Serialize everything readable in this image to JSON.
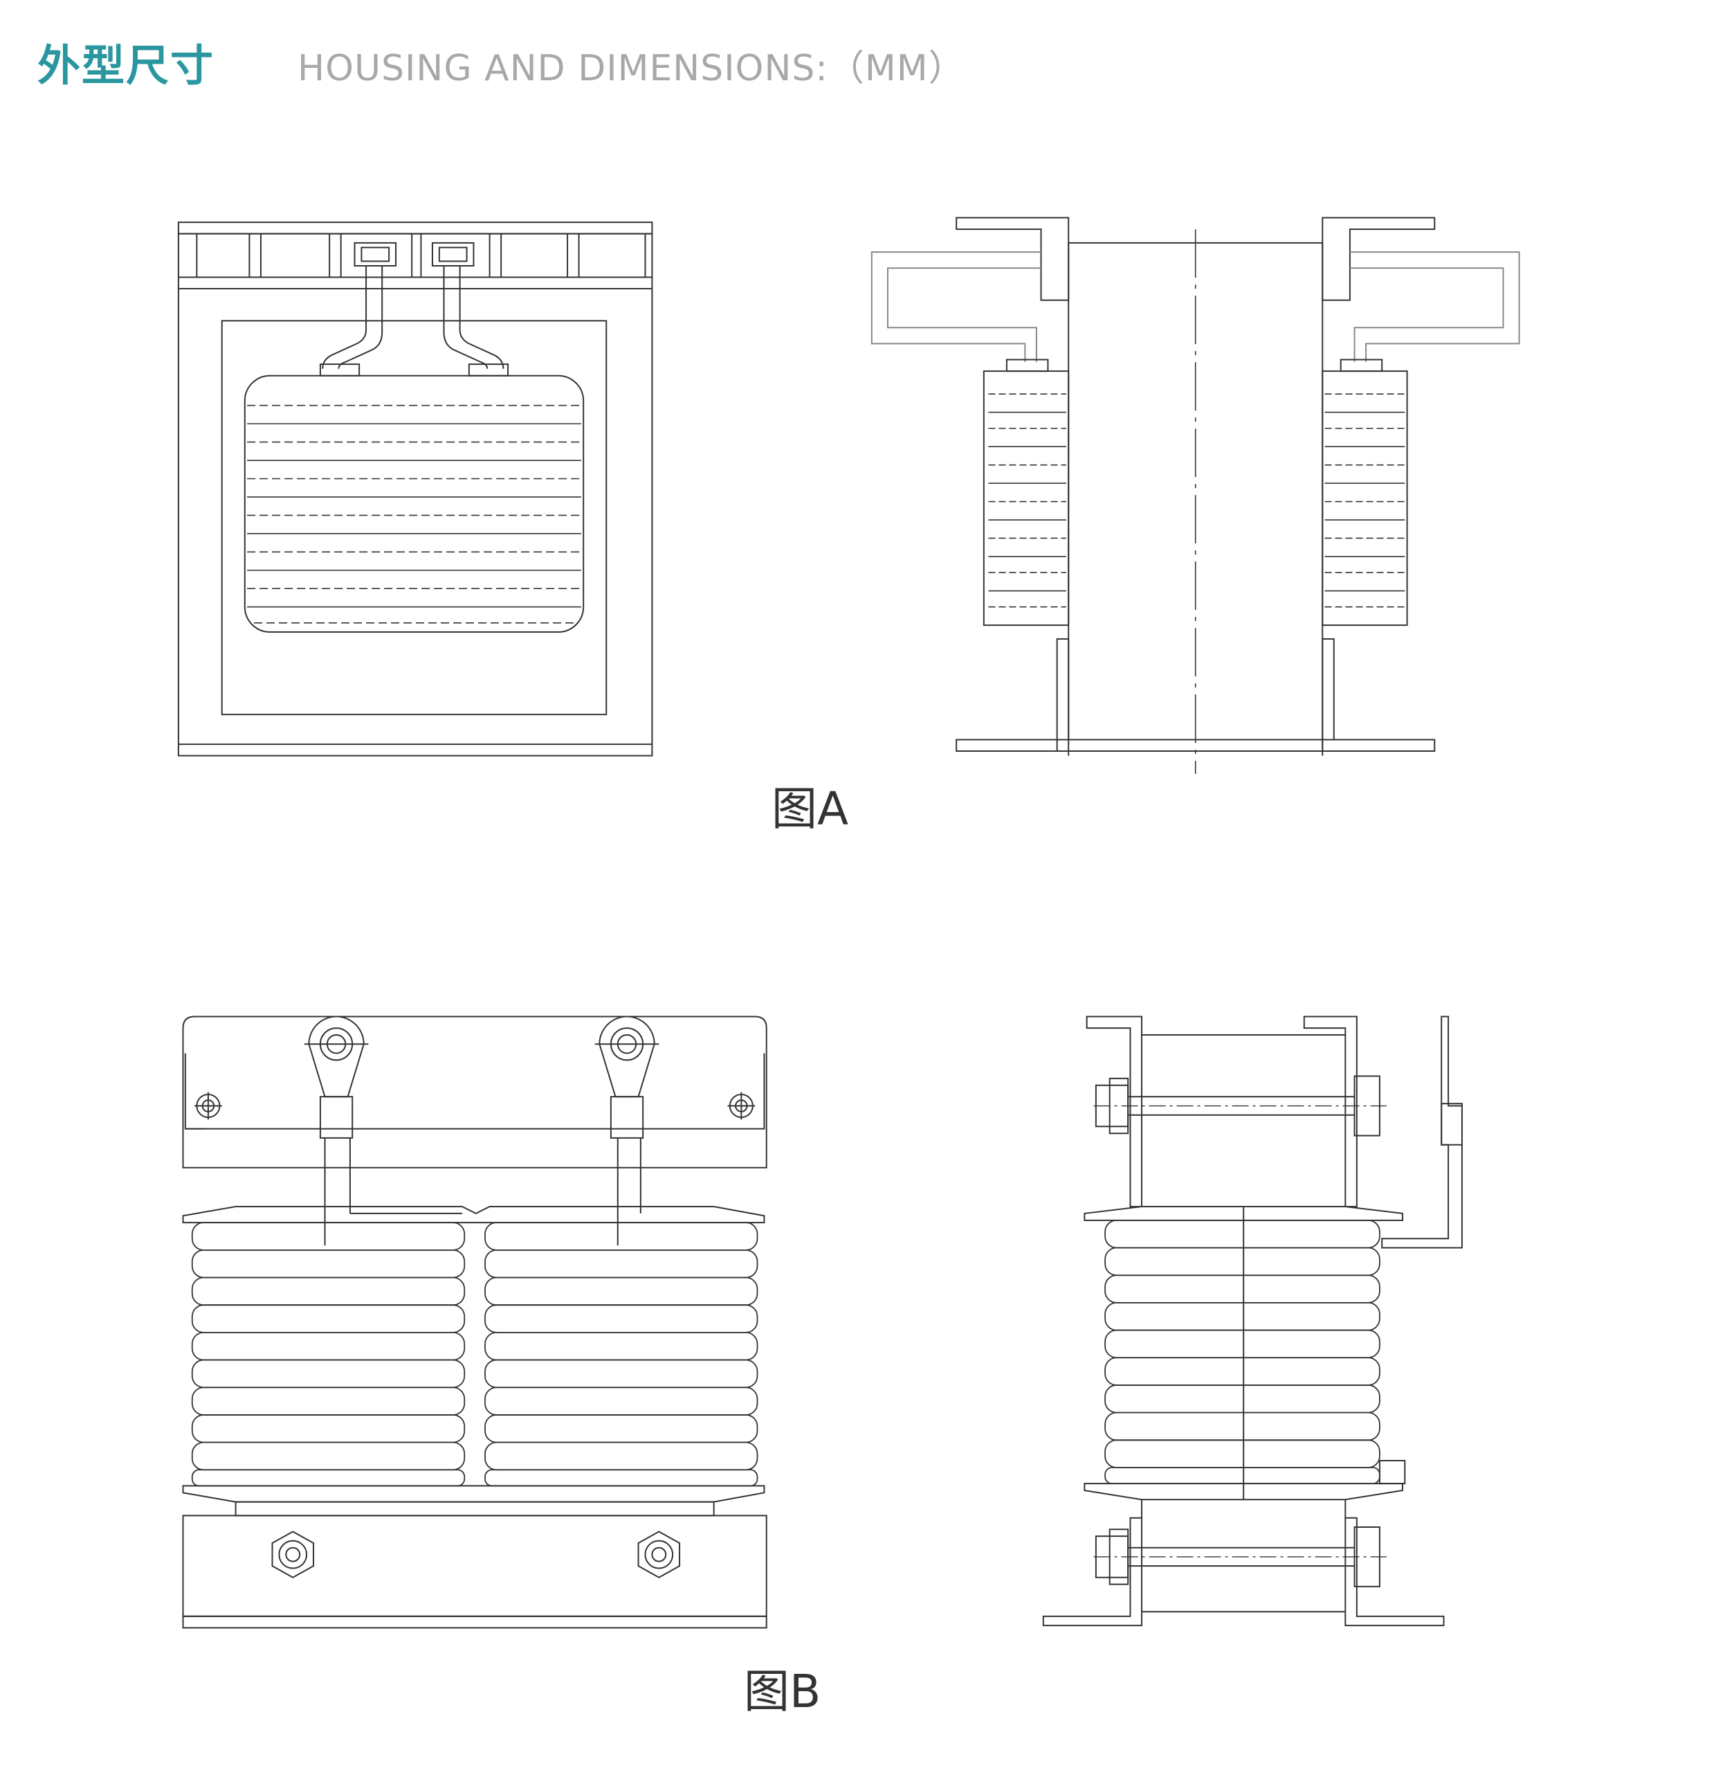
{
  "header": {
    "title_cn": "外型尺寸",
    "title_en": "HOUSING AND DIMENSIONS:（MM）",
    "title_color": "#2a97a0",
    "subtitle_color": "#a8a8a8"
  },
  "figures": [
    {
      "id": "A",
      "label": "图A"
    },
    {
      "id": "B",
      "label": "图B"
    }
  ]
}
